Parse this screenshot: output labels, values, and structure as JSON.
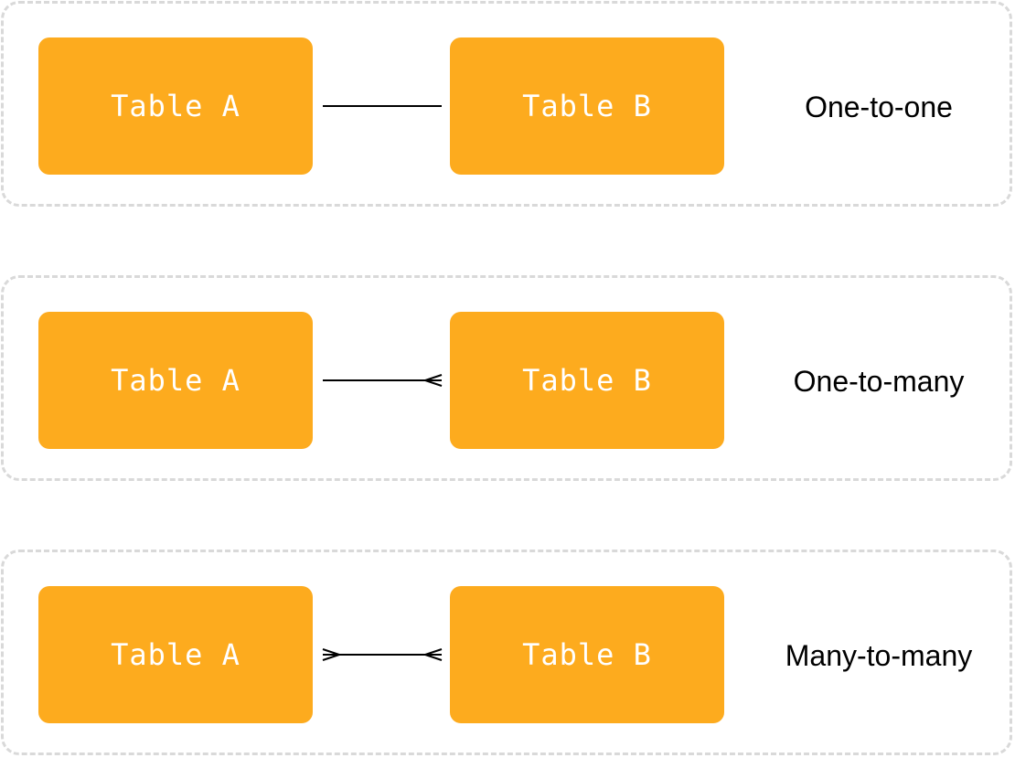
{
  "colors": {
    "table_fill": "#fdab1e",
    "table_text": "#ffffff",
    "group_border": "#d9d9d9",
    "line": "#000000"
  },
  "relations": [
    {
      "table_a": "Table A",
      "table_b": "Table B",
      "label": "One-to-one",
      "end_a": "one",
      "end_b": "one"
    },
    {
      "table_a": "Table A",
      "table_b": "Table B",
      "label": "One-to-many",
      "end_a": "one",
      "end_b": "many"
    },
    {
      "table_a": "Table A",
      "table_b": "Table B",
      "label": "Many-to-many",
      "end_a": "many",
      "end_b": "many"
    }
  ]
}
